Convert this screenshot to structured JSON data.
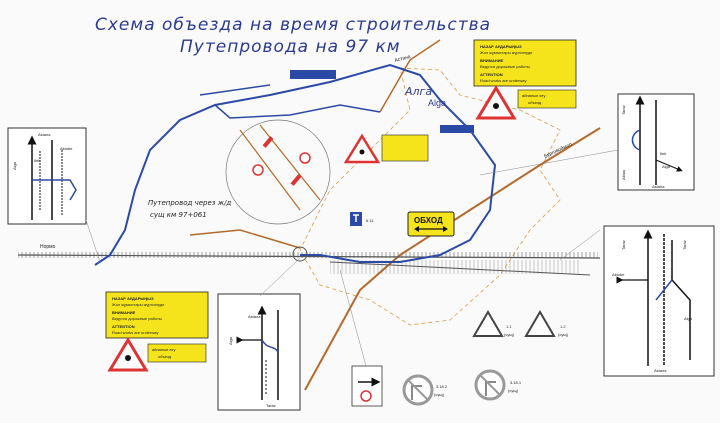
{
  "title_line1": "Схема объезда на время строительства",
  "title_line2": "Путепровода на 97 км",
  "city": {
    "ru": "Алга",
    "kz": "Alga"
  },
  "roads": {
    "astana": "Астана",
    "burgovoy": "Бурговоймол",
    "norma": "Нормо"
  },
  "overpass_label_1": "Путепровод через ж/д",
  "overpass_label_2": "сущ км 97+061",
  "detour_sign": "ОБХОД",
  "sign_codes": {
    "s611": "6.11",
    "s11": "1.1",
    "s12": "1.2",
    "s3182": "3.18.2",
    "s3181": "3.18.1",
    "exist": "(сущ)"
  },
  "warning_board": {
    "line1": "НАЗАР АУДАРЫҢЫЗ",
    "line2": "Жол жұмыстары жүргізілуде",
    "line3": "ВНИМАНИЕ",
    "line4": "Ведутся дорожные работы",
    "line5": "ATTENTION",
    "line6": "Road works are underway",
    "detour_kz": "айналып өту",
    "detour_ru": "объезд"
  },
  "inset_top_left": {
    "n": "Astana",
    "w": "Alga",
    "e": "Aktobe",
    "c": "Ilek"
  },
  "inset_bottom": {
    "n": "Astana",
    "w": "Alga",
    "s": "Taraz"
  },
  "inset_right_top": {
    "n": "Taraz",
    "w": "Aktau",
    "c": "Ilek",
    "e": "Alga",
    "s": "Astana"
  },
  "inset_right_bottom": {
    "n1": "Taraz",
    "n2": "Taraz",
    "w": "Aktobe",
    "e": "Alga",
    "s": "Astana"
  },
  "colors": {
    "detour": "#2b4aa6",
    "road": "#b5692a",
    "sign_yellow": "#f5e41c",
    "rail": "#555555"
  }
}
